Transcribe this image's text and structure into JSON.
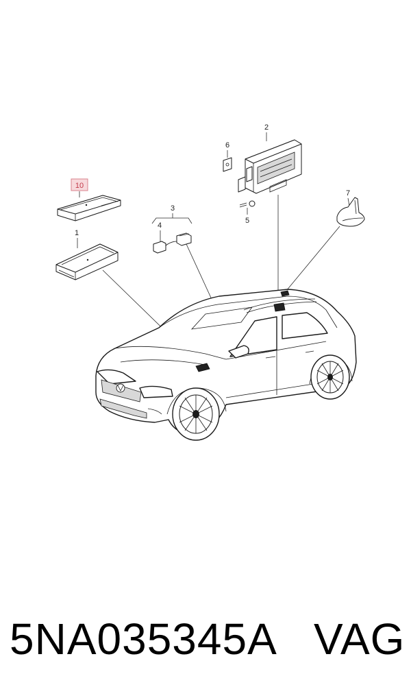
{
  "callouts": {
    "c1": "1",
    "c2": "2",
    "c3": "3",
    "c4": "4",
    "c5": "5",
    "c6": "6",
    "c7": "7",
    "c10": "10"
  },
  "highlighted_callout": "10",
  "footer": {
    "part_number": "5NA035345A",
    "brand": "VAG"
  },
  "colors": {
    "highlight_fill": "#f7d9dc",
    "highlight_border": "#d9828d",
    "highlight_text": "#c23a4a"
  }
}
